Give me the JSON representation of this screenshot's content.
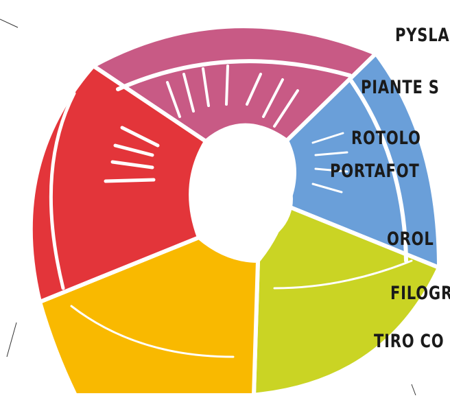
{
  "labels": [
    "PYSLA",
    "PIANTE S",
    "ROTOLO",
    "PORTAFOT",
    "OROL",
    "FILOGR",
    "TIRO CO"
  ],
  "colors": {
    "pink": "#c85a85",
    "blue": "#6a9fd9",
    "green": "#cad424",
    "yellow": "#f9b900",
    "red": "#e3353a",
    "outline": "#ffffff",
    "text": "#1a1a1a"
  }
}
